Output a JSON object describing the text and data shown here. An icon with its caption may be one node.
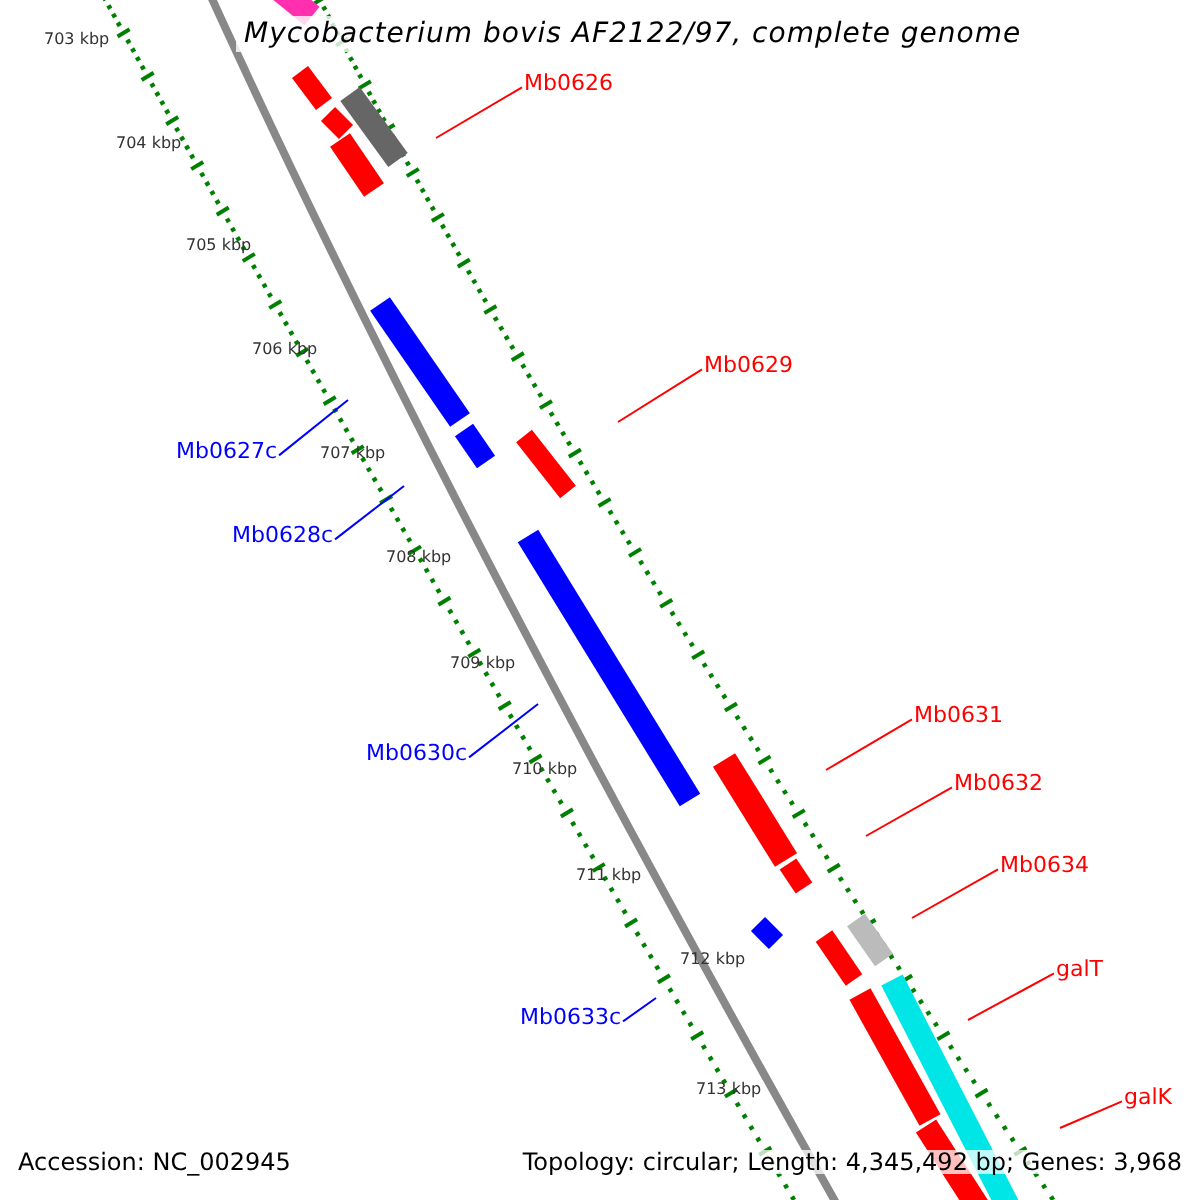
{
  "diagram": {
    "title": "Mycobacterium bovis AF2122/97, complete genome",
    "nodes": [
      {
        "text": [
          "Mb0626"
        ]
      },
      {
        "text": [
          "Mb0629"
        ]
      },
      {
        "text": [
          "Mb0627c"
        ]
      },
      {
        "text": [
          "Mb0628c"
        ]
      },
      {
        "text": [
          "Mb0631"
        ]
      },
      {
        "text": [
          "Mb0630c"
        ]
      },
      {
        "text": [
          "Mb0632"
        ]
      },
      {
        "text": [
          "Mb0634"
        ]
      },
      {
        "text": [
          "galT"
        ]
      },
      {
        "text": [
          "Mb0633c"
        ]
      },
      {
        "text": [
          "galK"
        ]
      }
    ],
    "edges": [
      {
        "from": 0,
        "to": null,
        "arrow": "none"
      },
      {
        "from": 1,
        "to": null,
        "arrow": "none"
      },
      {
        "from": 2,
        "to": null,
        "arrow": "none",
        "color": "#0000ff"
      },
      {
        "from": 3,
        "to": null,
        "arrow": "none",
        "color": "#0000ff"
      },
      {
        "from": 4,
        "to": null,
        "arrow": "none"
      },
      {
        "from": 5,
        "to": null,
        "arrow": "none",
        "color": "#0000ff"
      },
      {
        "from": 6,
        "to": null,
        "arrow": "none"
      },
      {
        "from": 7,
        "to": null,
        "arrow": "none"
      },
      {
        "from": 8,
        "to": null,
        "arrow": "none"
      },
      {
        "from": 9,
        "to": null,
        "arrow": "none",
        "color": "#0000ff"
      },
      {
        "from": 10,
        "to": null,
        "arrow": "none"
      }
    ],
    "labels": [
      "703 kbp",
      "704 kbp",
      "705 kbp",
      "706 kbp",
      "707 kbp",
      "708 kbp",
      "709 kbp",
      "710 kbp",
      "711 kbp",
      "712 kbp",
      "713 kbp",
      "Accession: NC_002945",
      "Topology: circular; Length: 4,345,492 bp; Genes: 3,968"
    ]
  }
}
